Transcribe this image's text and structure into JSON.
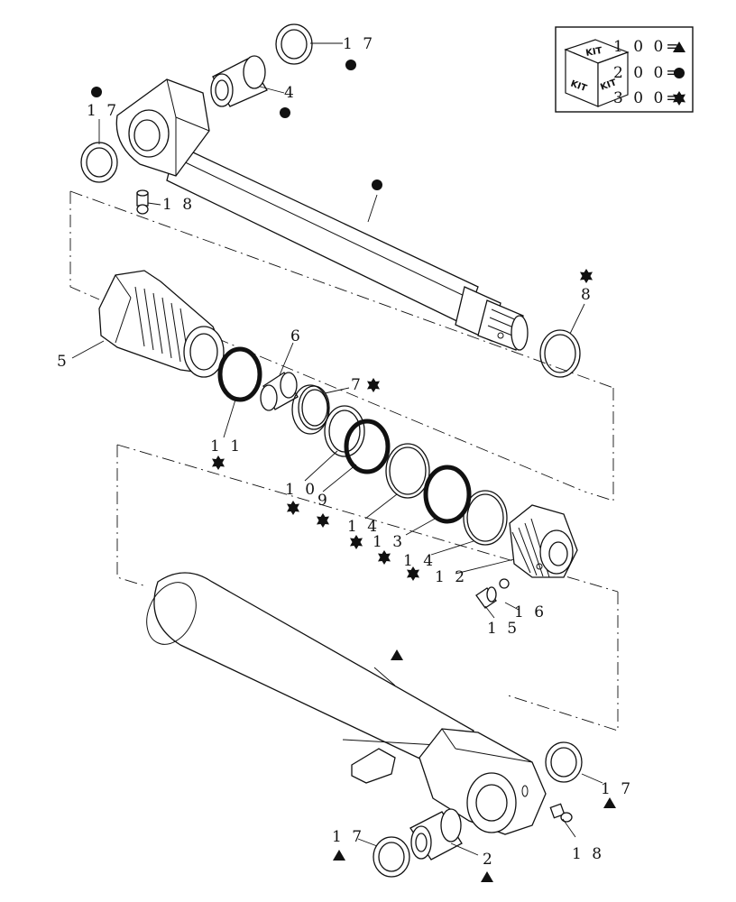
{
  "legend": {
    "cube_faces": [
      "KIT",
      "KIT",
      "KIT"
    ],
    "rows": [
      {
        "code": "1 0 0=",
        "symbol": "triangle"
      },
      {
        "code": "2 0 0=",
        "symbol": "dot"
      },
      {
        "code": "3 0 0=",
        "symbol": "star"
      }
    ]
  },
  "callouts": [
    {
      "id": "c17a",
      "text": "1 7",
      "symbol": "dot"
    },
    {
      "id": "c4",
      "text": "4",
      "symbol": "dot"
    },
    {
      "id": "c17b",
      "text": "1 7",
      "symbol": "dot"
    },
    {
      "id": "c18a",
      "text": "1 8",
      "symbol": ""
    },
    {
      "id": "c_rod",
      "text": "",
      "symbol": "dot"
    },
    {
      "id": "c8",
      "text": "8",
      "symbol": "star"
    },
    {
      "id": "c5",
      "text": "5",
      "symbol": ""
    },
    {
      "id": "c6",
      "text": "6",
      "symbol": ""
    },
    {
      "id": "c7",
      "text": "7",
      "symbol": "star"
    },
    {
      "id": "c11",
      "text": "1 1",
      "symbol": "star"
    },
    {
      "id": "c10",
      "text": "1 0",
      "symbol": "star"
    },
    {
      "id": "c9",
      "text": "9",
      "symbol": "star"
    },
    {
      "id": "c14a",
      "text": "1 4",
      "symbol": "star"
    },
    {
      "id": "c13",
      "text": "1 3",
      "symbol": "star"
    },
    {
      "id": "c14b",
      "text": "1 4",
      "symbol": "star"
    },
    {
      "id": "c12",
      "text": "1 2",
      "symbol": ""
    },
    {
      "id": "c16",
      "text": "1 6",
      "symbol": ""
    },
    {
      "id": "c15",
      "text": "1 5",
      "symbol": ""
    },
    {
      "id": "c_barrel",
      "text": "",
      "symbol": "triangle"
    },
    {
      "id": "c17c",
      "text": "1 7",
      "symbol": "triangle"
    },
    {
      "id": "c17d",
      "text": "1 7",
      "symbol": "triangle"
    },
    {
      "id": "c2",
      "text": "2",
      "symbol": "triangle"
    },
    {
      "id": "c18b",
      "text": "1 8",
      "symbol": ""
    }
  ]
}
